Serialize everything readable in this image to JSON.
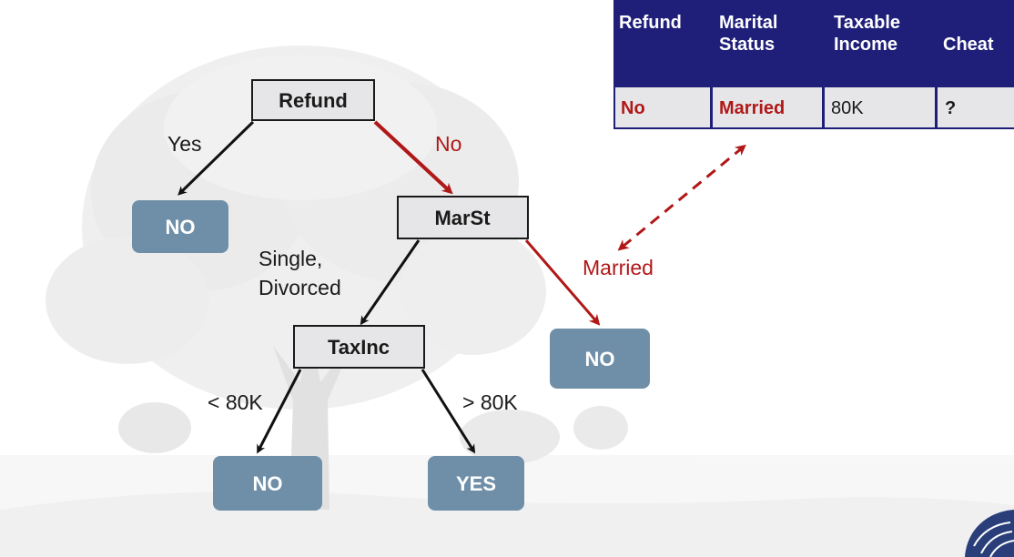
{
  "colors": {
    "decision_fill": "#e6e6e8",
    "decision_border": "#1a1a1a",
    "leaf_fill": "#6f8fa8",
    "leaf_text": "#ffffff",
    "active_path": "#b01818",
    "default_path": "#111111",
    "table_header_bg": "#1f1f7a",
    "table_header_text": "#ffffff",
    "table_cell_bg": "#e6e6e8",
    "highlight_text": "#b01818"
  },
  "tree": {
    "nodes": {
      "refund": "Refund",
      "marst": "MarSt",
      "taxinc": "TaxInc",
      "leaf_refund_yes": "NO",
      "leaf_married": "NO",
      "leaf_low_income": "NO",
      "leaf_high_income": "YES"
    },
    "edges": {
      "refund_yes": "Yes",
      "refund_no": "No",
      "marst_single_line1": "Single,",
      "marst_single_line2": "Divorced",
      "marst_married": "Married",
      "taxinc_low": "< 80K",
      "taxinc_high": "> 80K"
    }
  },
  "table": {
    "headers": [
      [
        "Refund"
      ],
      [
        "Marital",
        "Status"
      ],
      [
        "Taxable",
        "Income"
      ],
      [
        "Cheat"
      ]
    ],
    "row": [
      "No",
      "Married",
      "80K",
      "?"
    ]
  },
  "icons": {
    "background": "tree-photo-icon",
    "corner_logo": "logo-icon"
  }
}
